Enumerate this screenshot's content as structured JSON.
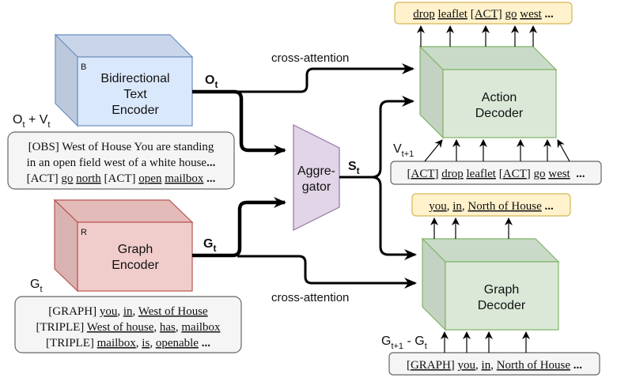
{
  "colors": {
    "text_encoder_fill": "#dae8fc",
    "text_encoder_stroke": "#6c8ebf",
    "graph_encoder_fill": "#f8cecc",
    "graph_encoder_stroke": "#b85450",
    "decoder_fill": "#d5e8d4",
    "decoder_stroke": "#82b366",
    "aggregator_fill": "#e1d5e7",
    "aggregator_stroke": "#9673a6",
    "output_fill": "#fff2cc",
    "output_stroke": "#d6b656",
    "input_fill": "#f5f5f5",
    "input_stroke": "#666666"
  },
  "text_encoder": {
    "tag": "B",
    "lines": [
      "Bidirectional",
      "Text",
      "Encoder"
    ],
    "input_label": {
      "main": "O",
      "sub": "t",
      "plus": " + V",
      "sub2": "t"
    },
    "output_label": {
      "main": "O",
      "sub": "t"
    }
  },
  "obs_box": {
    "lines": [
      [
        {
          "t": "[OBS] West of House You are standing",
          "u": false
        }
      ],
      [
        {
          "t": "in an open field west of a white house",
          "u": false
        },
        {
          "t": "...",
          "u": false,
          "b": true
        }
      ],
      [
        {
          "t": "[ACT] ",
          "u": false
        },
        {
          "t": "go",
          "u": true
        },
        {
          "t": " ",
          "u": false
        },
        {
          "t": "north",
          "u": true
        },
        {
          "t": " [ACT] ",
          "u": false
        },
        {
          "t": "open",
          "u": true
        },
        {
          "t": " ",
          "u": false
        },
        {
          "t": "mailbox",
          "u": true
        },
        {
          "t": " ...",
          "u": false,
          "b": true
        }
      ]
    ]
  },
  "graph_encoder": {
    "tag": "R",
    "lines": [
      "Graph",
      "Encoder"
    ],
    "input_label": {
      "main": "G",
      "sub": "t"
    },
    "output_label": {
      "main": "G",
      "sub": "t"
    }
  },
  "graph_box": {
    "lines": [
      [
        {
          "t": "[GRAPH] ",
          "u": false
        },
        {
          "t": "you",
          "u": true
        },
        {
          "t": ", ",
          "u": false
        },
        {
          "t": "in",
          "u": true
        },
        {
          "t": ", ",
          "u": false
        },
        {
          "t": "West of House",
          "u": true
        }
      ],
      [
        {
          "t": "[TRIPLE] ",
          "u": false
        },
        {
          "t": "West of house",
          "u": true
        },
        {
          "t": ", ",
          "u": false
        },
        {
          "t": "has",
          "u": true
        },
        {
          "t": ", ",
          "u": false
        },
        {
          "t": "mailbox",
          "u": true
        }
      ],
      [
        {
          "t": "[TRIPLE] ",
          "u": false
        },
        {
          "t": "mailbox",
          "u": true
        },
        {
          "t": ", ",
          "u": false
        },
        {
          "t": "is",
          "u": true
        },
        {
          "t": ", ",
          "u": false
        },
        {
          "t": "openable",
          "u": true
        },
        {
          "t": " ...",
          "u": false,
          "b": true
        }
      ]
    ]
  },
  "aggregator": {
    "lines": [
      "Aggre-",
      "gator"
    ],
    "output_label": {
      "main": "S",
      "sub": "t"
    }
  },
  "cross_attention_top": "cross-attention",
  "cross_attention_bottom": "cross-attention",
  "action_decoder": {
    "lines": [
      "Action",
      "Decoder"
    ],
    "input_label": {
      "main": "V",
      "sub": "t+1"
    }
  },
  "action_output": [
    {
      "t": "drop",
      "u": true
    },
    {
      "t": " ",
      "u": false
    },
    {
      "t": "leaflet",
      "u": true
    },
    {
      "t": " ",
      "u": false
    },
    {
      "t": "[ACT]",
      "u": true
    },
    {
      "t": " ",
      "u": false
    },
    {
      "t": "go",
      "u": true
    },
    {
      "t": " ",
      "u": false
    },
    {
      "t": "west",
      "u": true
    },
    {
      "t": " ...",
      "u": false,
      "b": true
    }
  ],
  "action_input": [
    {
      "t": "[",
      "u": false
    },
    {
      "t": "ACT",
      "u": true
    },
    {
      "t": "] ",
      "u": false
    },
    {
      "t": "drop",
      "u": true
    },
    {
      "t": " ",
      "u": false
    },
    {
      "t": "leaflet",
      "u": true
    },
    {
      "t": " [",
      "u": false
    },
    {
      "t": "ACT",
      "u": true
    },
    {
      "t": "] ",
      "u": false
    },
    {
      "t": "go",
      "u": true
    },
    {
      "t": " ",
      "u": false
    },
    {
      "t": "west",
      "u": true
    },
    {
      "t": "  ...",
      "u": false,
      "b": true
    }
  ],
  "graph_decoder": {
    "lines": [
      "Graph",
      "Decoder"
    ],
    "input_label": {
      "main": "G",
      "sub": "t+1",
      "mid": " - G",
      "sub2": "t"
    }
  },
  "graph_output": [
    {
      "t": "you",
      "u": true
    },
    {
      "t": ", ",
      "u": false
    },
    {
      "t": "in",
      "u": true
    },
    {
      "t": ", ",
      "u": false
    },
    {
      "t": "North of House",
      "u": true
    },
    {
      "t": " ...",
      "u": false,
      "b": true
    }
  ],
  "graph_input": [
    {
      "t": "[",
      "u": false
    },
    {
      "t": "GRAPH",
      "u": true
    },
    {
      "t": "] ",
      "u": false
    },
    {
      "t": "you",
      "u": true
    },
    {
      "t": ", ",
      "u": false
    },
    {
      "t": "in",
      "u": true
    },
    {
      "t": ", ",
      "u": false
    },
    {
      "t": "North of House",
      "u": true
    },
    {
      "t": " ...",
      "u": false,
      "b": true
    }
  ]
}
